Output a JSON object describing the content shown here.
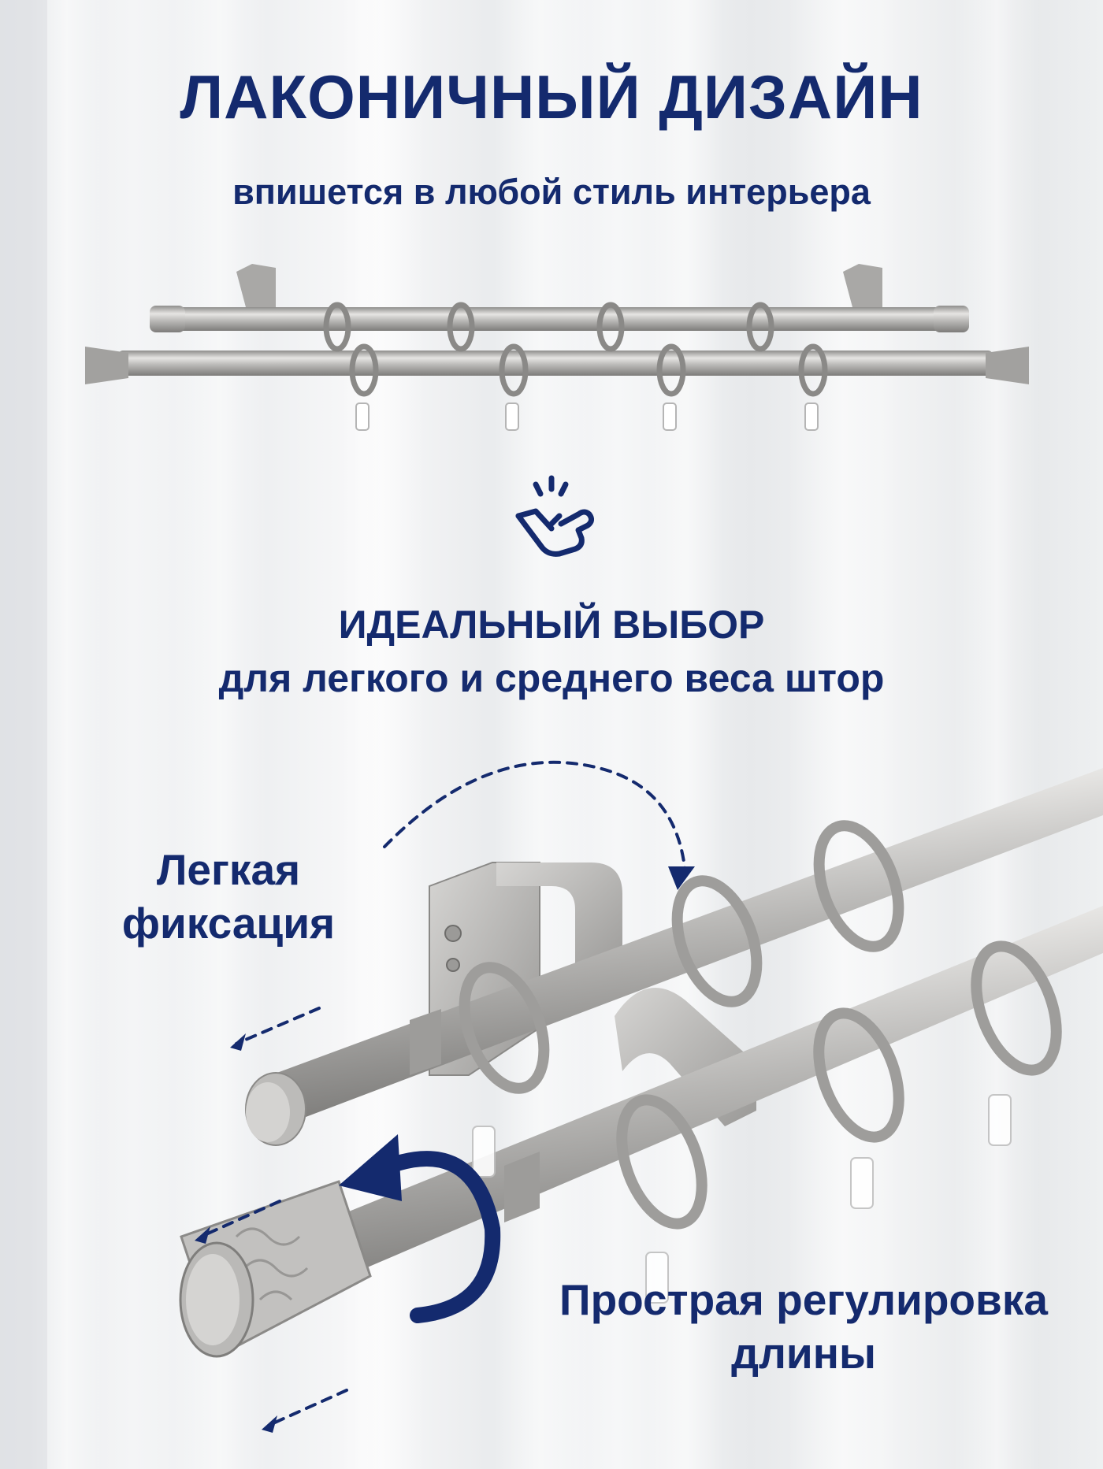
{
  "headline": "ЛАКОНИЧНЫЙ ДИЗАЙН",
  "subheadline": "впишется в любой стиль интерьера",
  "choice_title": "ИДЕАЛЬНЫЙ ВЫБОР",
  "choice_subtitle": "для легкого и среднего веса штор",
  "feature_fixation": "Легкая фиксация",
  "feature_length": "Прострая регулировка длины",
  "colors": {
    "text": "#142a6e",
    "metal": "#b9b8b6",
    "background": "#eef0f1"
  },
  "icons": [
    "snap-fingers-icon",
    "curved-arrow-icon",
    "rotate-arrow-icon",
    "dashed-arrow-icon"
  ]
}
